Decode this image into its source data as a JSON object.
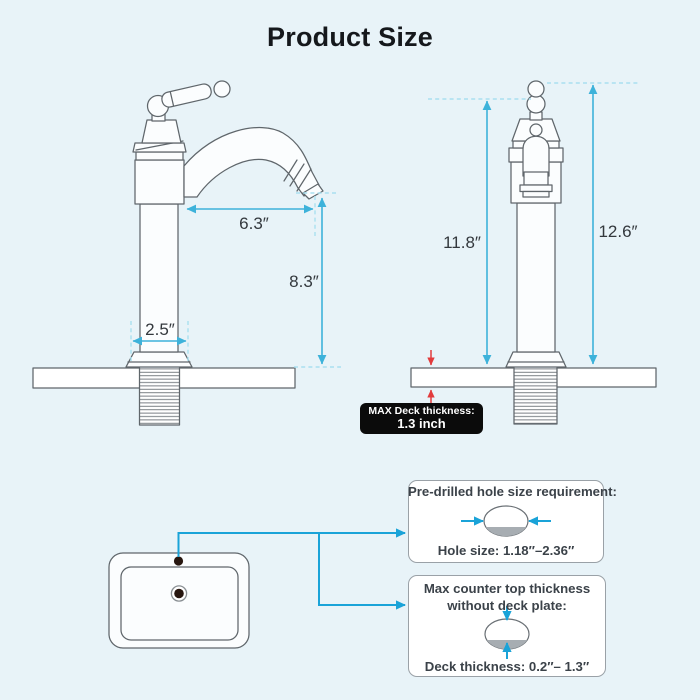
{
  "title": "Product Size",
  "left_view": {
    "spout_reach": "6.3″",
    "spout_height": "8.3″",
    "base_width": "2.5″"
  },
  "right_view": {
    "height_to_handle_base": "11.8″",
    "overall_height": "12.6″"
  },
  "deck_badge": {
    "line1": "MAX Deck thickness:",
    "line2": "1.3 inch"
  },
  "hole_box": {
    "title": "Pre-drilled hole size requirement:",
    "value": "Hole size: 1.18″–2.36″"
  },
  "thickness_box": {
    "title_line1": "Max counter top thickness",
    "title_line2": "without deck plate:",
    "value": "Deck thickness: 0.2″– 1.3″"
  },
  "icons": {
    "hole_icon": "sink-hole-ellipse",
    "deck_hole_icon": "deck-hole-ellipse",
    "faucet_hole_dot": "pre-drilled-hole",
    "drain_icon": "sink-drain"
  },
  "colors": {
    "background": "#e8f3f8",
    "accent": "#3db2da",
    "dashed": "#a9e0ef",
    "connector": "#1aa3d8",
    "red": "#e23b3c",
    "line_art": "#5f666b",
    "text_dark": "#33383d",
    "box_text": "#3b4249",
    "badge_bg": "#0b0b0b",
    "badge_text": "#ffffff",
    "box_border": "#9aa1a7"
  }
}
